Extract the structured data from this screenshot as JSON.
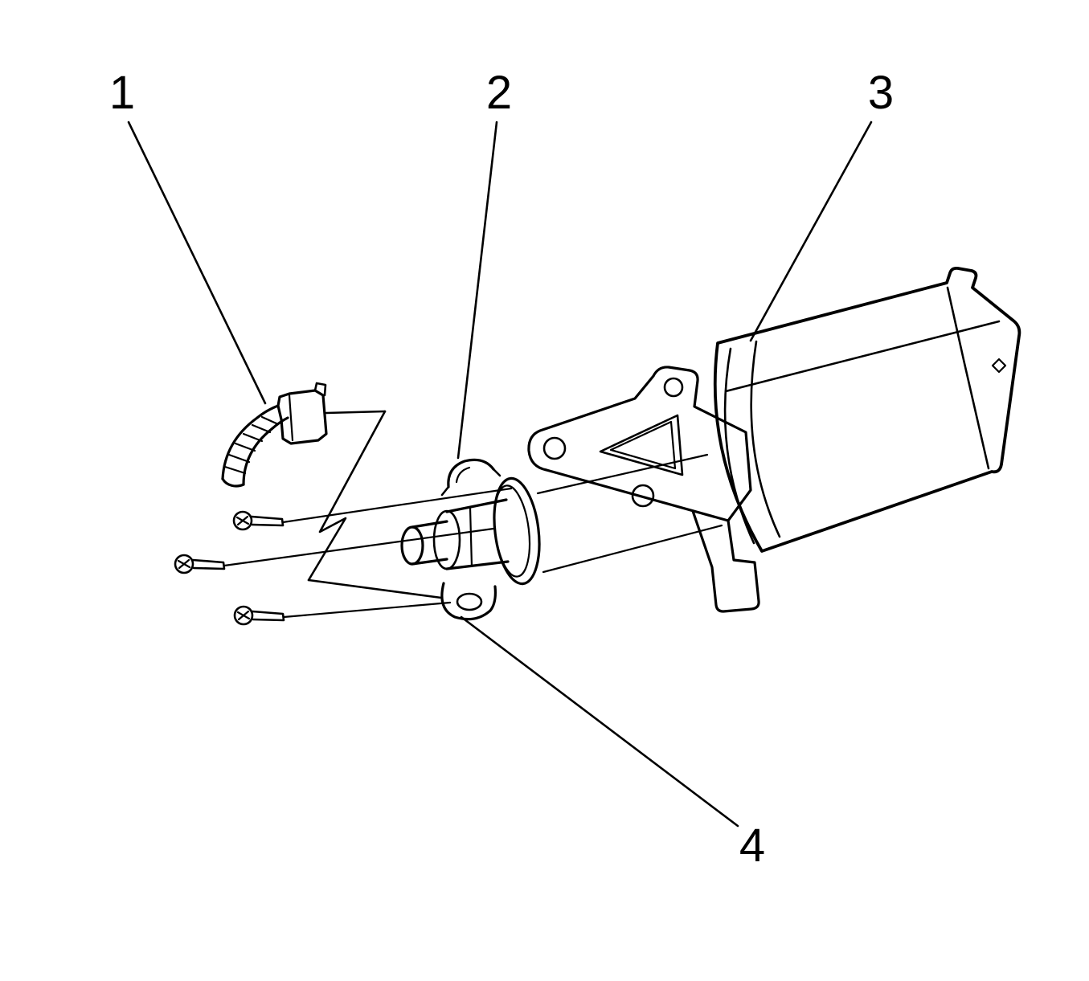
{
  "figure": {
    "type": "exploded-parts-diagram",
    "background_color": "#ffffff",
    "line_color": "#000000",
    "callouts": [
      {
        "label": "1"
      },
      {
        "label": "2"
      },
      {
        "label": "3"
      },
      {
        "label": "4"
      }
    ]
  }
}
